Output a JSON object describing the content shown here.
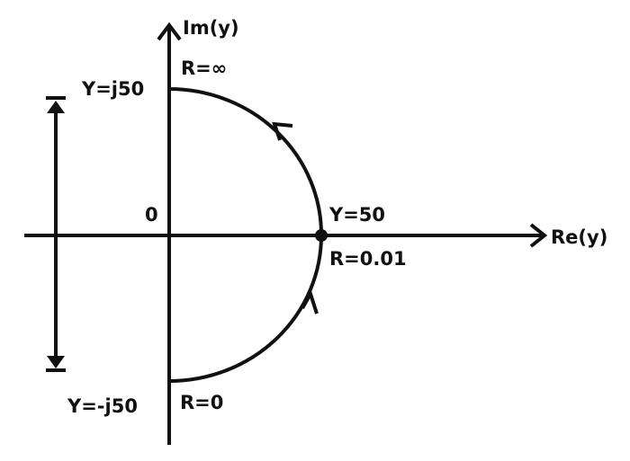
{
  "diagram": {
    "axes": {
      "x_label": "Re(y)",
      "y_label": "Im(y)",
      "origin_label": "0"
    },
    "points": {
      "top": {
        "admittance": "Y=j50",
        "resistance": "R=∞"
      },
      "right": {
        "admittance": "Y=50",
        "resistance": "R=0.01"
      },
      "bottom": {
        "admittance": "Y=-j50",
        "resistance": "R=0"
      }
    },
    "colors": {
      "ink": "#111111",
      "background": "#ffffff"
    }
  }
}
